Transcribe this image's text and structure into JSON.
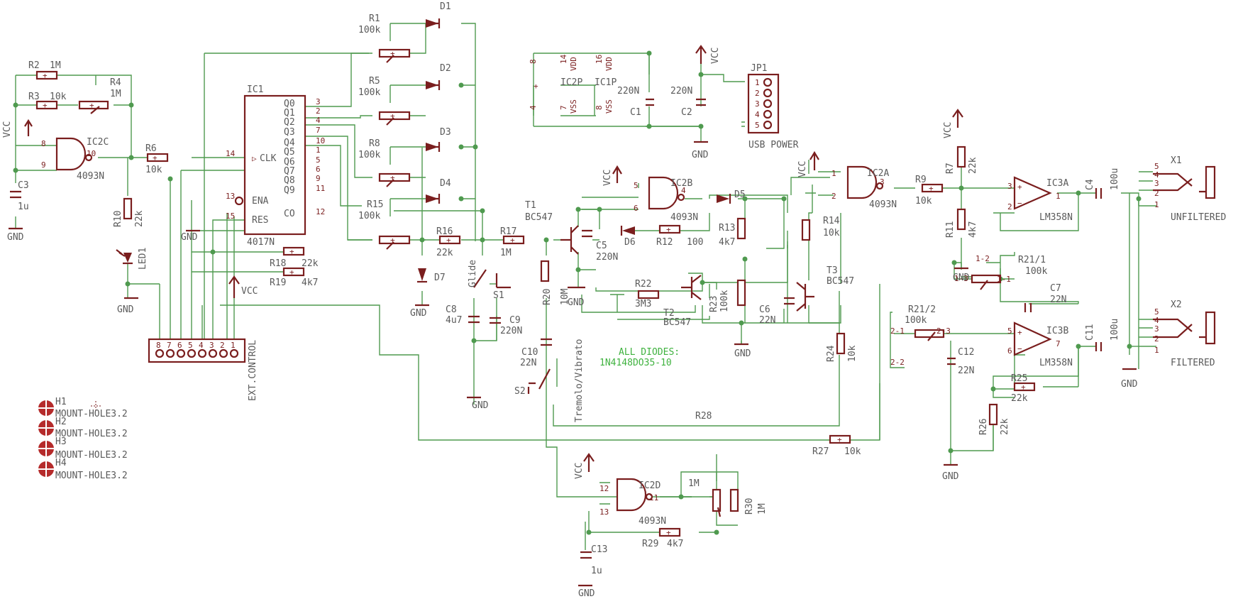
{
  "ic1": {
    "name": "IC1",
    "part": "4017N",
    "pins_left": [
      "CLK",
      "ENA",
      "RES"
    ],
    "pins_right": [
      "Q0",
      "Q1",
      "Q2",
      "Q3",
      "Q4",
      "Q5",
      "Q6",
      "Q7",
      "Q8",
      "Q9",
      "CO"
    ],
    "nums_right": [
      "3",
      "2",
      "4",
      "7",
      "10",
      "1",
      "5",
      "6",
      "9",
      "11",
      "12"
    ],
    "nums_left": [
      "14",
      "13",
      "15"
    ]
  },
  "labels": {
    "r1": "R1",
    "r1v": "100k",
    "r2": "R2",
    "r2v": "1M",
    "r3": "R3",
    "r3v": "10k",
    "r4": "R4",
    "r4v": "1M",
    "r5": "R5",
    "r5v": "100k",
    "r6": "R6",
    "r6v": "10k",
    "r8": "R8",
    "r8v": "100k",
    "r10": "R10",
    "r10v": "22k",
    "r15": "R15",
    "r15v": "100k",
    "r16": "R16",
    "r16v": "22k",
    "r17": "R17",
    "r17v": "1M",
    "r18": "R18",
    "r18v": "22k",
    "r19": "R19",
    "r19v": "4k7",
    "r20": "R20",
    "r20v": "10M",
    "r22": "R22",
    "r22v": "3M3",
    "r23": "R23",
    "r23v": "100k",
    "r13": "R13",
    "r13v": "4k7",
    "r12": "R12",
    "r12v": "100",
    "r14": "R14",
    "r14v": "10k",
    "r24": "R24",
    "r24v": "10k",
    "r27": "R27",
    "r27v": "10k",
    "r28": "R28",
    "r28v": "1M",
    "r29": "R29",
    "r29v": "4k7",
    "r30": "R30",
    "r30v": "1M",
    "r9": "R9",
    "r9v": "10k",
    "r7": "R7",
    "r7v": "22k",
    "r11": "R11",
    "r11v": "4k7",
    "r21_1": "R21/1",
    "r21_1v": "100k",
    "r21_2": "R21/2",
    "r21_2v": "100k",
    "r25": "R25",
    "r25v": "22k",
    "r26": "R26",
    "r26v": "22k",
    "c1": "C1",
    "c1v": "220N",
    "c2": "C2",
    "c2v": "220N",
    "c3": "C3",
    "c3v": "1u",
    "c4": "C4",
    "c4v": "100u",
    "c5": "C5",
    "c5v": "220N",
    "c6": "C6",
    "c6v": "22N",
    "c7": "C7",
    "c7v": "22N",
    "c8": "C8",
    "c8v": "4u7",
    "c9": "C9",
    "c9v": "220N",
    "c10": "C10",
    "c10v": "22N",
    "c11": "C11",
    "c11v": "100u",
    "c12": "C12",
    "c12v": "22N",
    "c13": "C13",
    "c13v": "1u",
    "d1": "D1",
    "d2": "D2",
    "d3": "D3",
    "d4": "D4",
    "d5": "D5",
    "d6": "D6",
    "d7": "D7",
    "led1": "LED1",
    "t1": "T1",
    "t1v": "BC547",
    "t2": "T2",
    "t2v": "BC547",
    "t3": "T3",
    "t3v": "BC547",
    "ic2a": "IC2A",
    "ic2b": "IC2B",
    "ic2c": "IC2C",
    "ic2d": "IC2D",
    "g4093": "4093N",
    "ic2p": "IC2P",
    "ic1p": "IC1P",
    "ic3a": "IC3A",
    "ic3b": "IC3B",
    "lm358": "LM358N",
    "vdd": "VDD",
    "vss": "VSS",
    "jp1": "JP1",
    "usb": "USB POWER",
    "extc": "EXT.CONTROL",
    "x1": "X1",
    "x2": "X2",
    "unf": "UNFILTERED",
    "fil": "FILTERED",
    "s1": "S1",
    "s2": "S2",
    "glide": "Glide",
    "tremolo": "Tremolo/Vibrato",
    "vcc": "VCC",
    "gnd": "GND",
    "note1": "ALL DIODES:",
    "note2": "1N4148DO35-10",
    "h1": "H1",
    "h2": "H2",
    "h3": "H3",
    "h4": "H4",
    "mh": "MOUNT-HOLE3.2"
  }
}
